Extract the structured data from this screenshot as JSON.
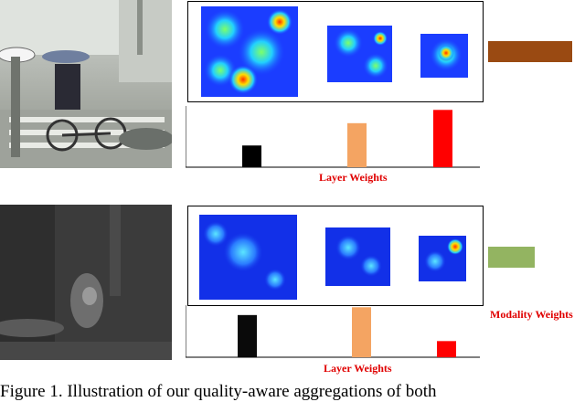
{
  "figure": {
    "top_layer_weights_label": "Layer Weights",
    "bottom_layer_weights_label": "Layer Weights",
    "modality_weights_label": "Modality Weights",
    "caption": "Figure 1. Illustration of our quality-aware aggregations of both"
  },
  "top_layer_weights": {
    "values": [
      0.36,
      0.73,
      0.95
    ],
    "colors": [
      "#000000",
      "#f4a462",
      "#ff0000"
    ]
  },
  "bottom_layer_weights": {
    "values": [
      0.81,
      0.96,
      0.31
    ],
    "colors": [
      "#0a0a0a",
      "#f4a462",
      "#ff0000"
    ]
  },
  "modality_weights": {
    "values": [
      1.0,
      0.55
    ],
    "colors": [
      "#9a4a12",
      "#93b461"
    ]
  },
  "colors": {
    "label_red": "#e00000",
    "heatmap_cool": "#1b3dff",
    "heatmap_mid": "#22d0ff",
    "heatmap_warm": "#ffdd00",
    "heatmap_hot": "#ff3000"
  }
}
